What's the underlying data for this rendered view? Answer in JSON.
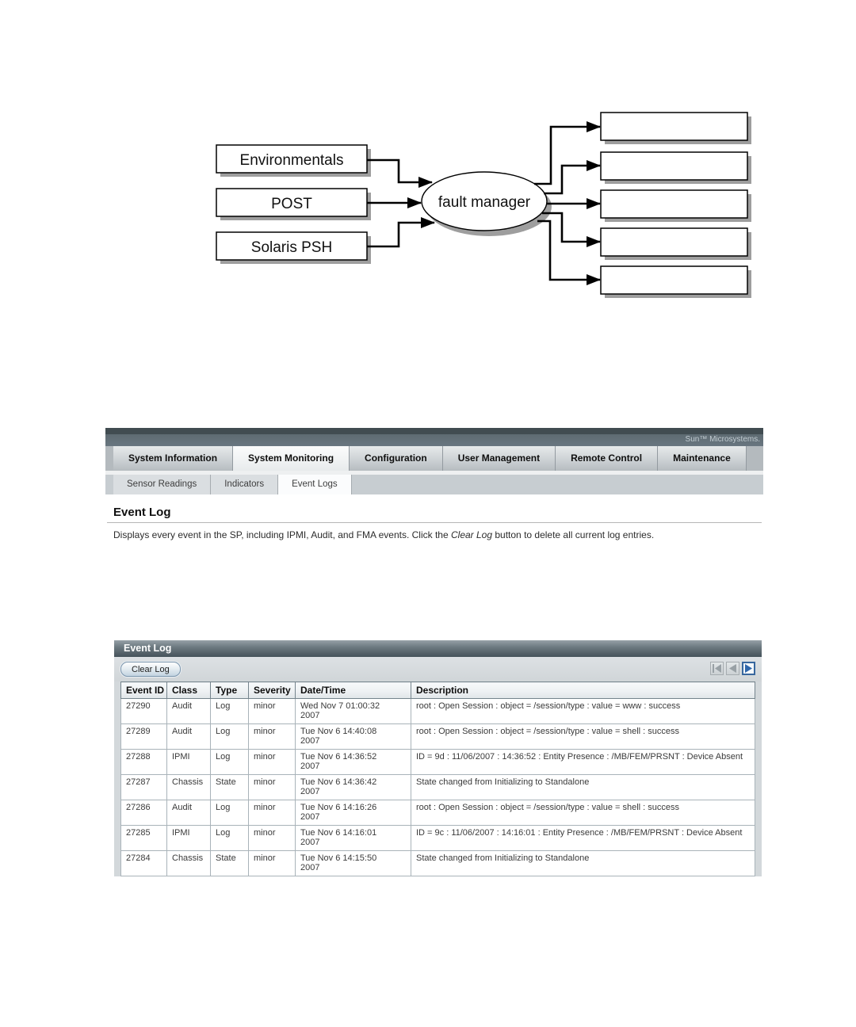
{
  "diagram": {
    "sources": [
      {
        "label": "Environmentals"
      },
      {
        "label": "POST"
      },
      {
        "label": "Solaris PSH"
      }
    ],
    "hub_label": "fault manager",
    "output_box_count": 5
  },
  "masthead": {
    "brand": "Sun™ Microsystems."
  },
  "nav": {
    "tabs": [
      {
        "label": "System Information",
        "active": false
      },
      {
        "label": "System Monitoring",
        "active": true
      },
      {
        "label": "Configuration",
        "active": false
      },
      {
        "label": "User Management",
        "active": false
      },
      {
        "label": "Remote Control",
        "active": false
      },
      {
        "label": "Maintenance",
        "active": false
      }
    ],
    "subtabs": [
      {
        "label": "Sensor Readings",
        "active": false
      },
      {
        "label": "Indicators",
        "active": false
      },
      {
        "label": "Event Logs",
        "active": true
      }
    ]
  },
  "page": {
    "title": "Event Log",
    "description_prefix": "Displays every event in the SP, including IPMI, Audit, and FMA events. Click the ",
    "description_em": "Clear Log",
    "description_suffix": " button to delete all current log entries."
  },
  "panel": {
    "title": "Event Log",
    "clear_button_label": "Clear Log",
    "pagination_icons": [
      "first-page-icon",
      "previous-page-icon",
      "next-page-icon"
    ]
  },
  "table": {
    "columns": [
      "Event ID",
      "Class",
      "Type",
      "Severity",
      "Date/Time",
      "Description"
    ],
    "rows": [
      [
        "27290",
        "Audit",
        "Log",
        "minor",
        "Wed Nov 7 01:00:32 2007",
        "root : Open Session : object = /session/type : value = www : success"
      ],
      [
        "27289",
        "Audit",
        "Log",
        "minor",
        "Tue Nov 6 14:40:08 2007",
        "root : Open Session : object = /session/type : value = shell : success"
      ],
      [
        "27288",
        "IPMI",
        "Log",
        "minor",
        "Tue Nov 6 14:36:52 2007",
        "ID = 9d : 11/06/2007 : 14:36:52 : Entity Presence : /MB/FEM/PRSNT : Device Absent"
      ],
      [
        "27287",
        "Chassis",
        "State",
        "minor",
        "Tue Nov 6 14:36:42 2007",
        "State changed from Initializing to Standalone"
      ],
      [
        "27286",
        "Audit",
        "Log",
        "minor",
        "Tue Nov 6 14:16:26 2007",
        "root : Open Session : object = /session/type : value = shell : success"
      ],
      [
        "27285",
        "IPMI",
        "Log",
        "minor",
        "Tue Nov 6 14:16:01 2007",
        "ID = 9c : 11/06/2007 : 14:16:01 : Entity Presence : /MB/FEM/PRSNT : Device Absent"
      ],
      [
        "27284",
        "Chassis",
        "State",
        "minor",
        "Tue Nov 6 14:15:50 2007",
        "State changed from Initializing to Standalone"
      ]
    ]
  },
  "colors": {
    "masthead_dark": "#414c51",
    "masthead_light": "#697680",
    "panel_header_dark": "#45525a",
    "toolbar_bg": "#d3d8db",
    "pager_enabled_blue": "#2f66ab",
    "pager_disabled_gray": "#99a1a6",
    "diagram_shadow": "#9e9e9e"
  }
}
